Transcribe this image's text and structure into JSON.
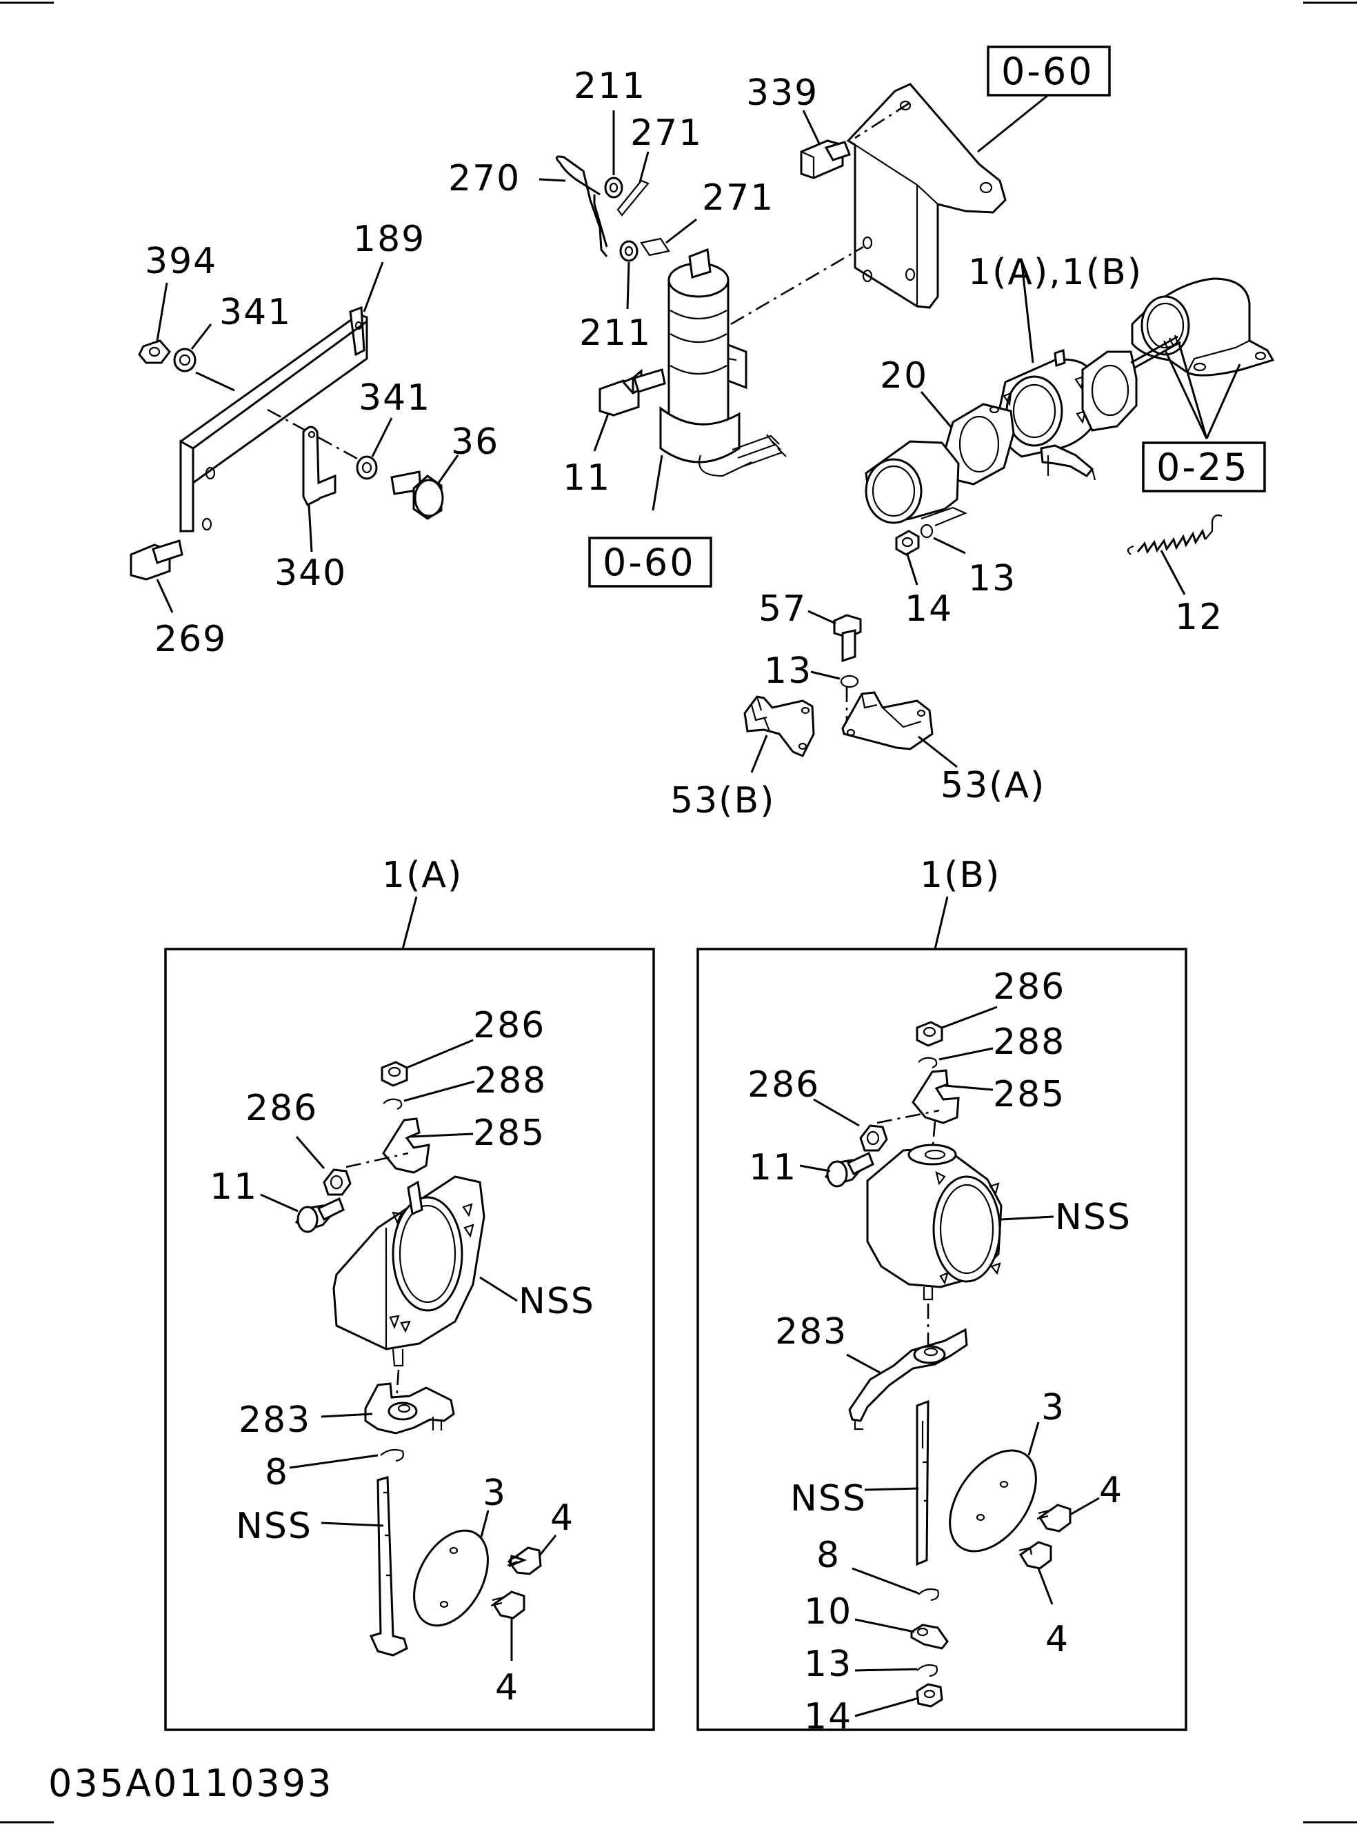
{
  "diagram_code": "035A0110393",
  "reference_boxes": {
    "ref_060_top": "0-60",
    "ref_060_bottom": "0-60",
    "ref_025": "0-25"
  },
  "top_labels": {
    "l211a": "211",
    "l271a": "271",
    "l339": "339",
    "l270": "270",
    "l271b": "271",
    "l189": "189",
    "l394": "394",
    "l341a": "341",
    "l211b": "211",
    "l1a1b": "1(A),1(B)",
    "l20": "20",
    "l341b": "341",
    "l36": "36",
    "l11": "11",
    "l13a": "13",
    "l14": "14",
    "l12": "12",
    "l340": "340",
    "l269": "269",
    "l57": "57",
    "l13b": "13",
    "l53b": "53(B)",
    "l53a": "53(A)"
  },
  "panel_a": {
    "title": "1(A)",
    "labels": {
      "l286a": "286",
      "l288": "288",
      "l286b": "286",
      "l285": "285",
      "l11": "11",
      "lnss1": "NSS",
      "l283": "283",
      "l8": "8",
      "l3": "3",
      "lnss2": "NSS",
      "l4a": "4",
      "l4b": "4"
    }
  },
  "panel_b": {
    "title": "1(B)",
    "labels": {
      "l286a": "286",
      "l288": "288",
      "l286b": "286",
      "l285": "285",
      "l11": "11",
      "lnss1": "NSS",
      "l283": "283",
      "l3": "3",
      "lnss2": "NSS",
      "l4a": "4",
      "l8": "8",
      "l10": "10",
      "l4b": "4",
      "l13": "13",
      "l14": "14"
    }
  }
}
